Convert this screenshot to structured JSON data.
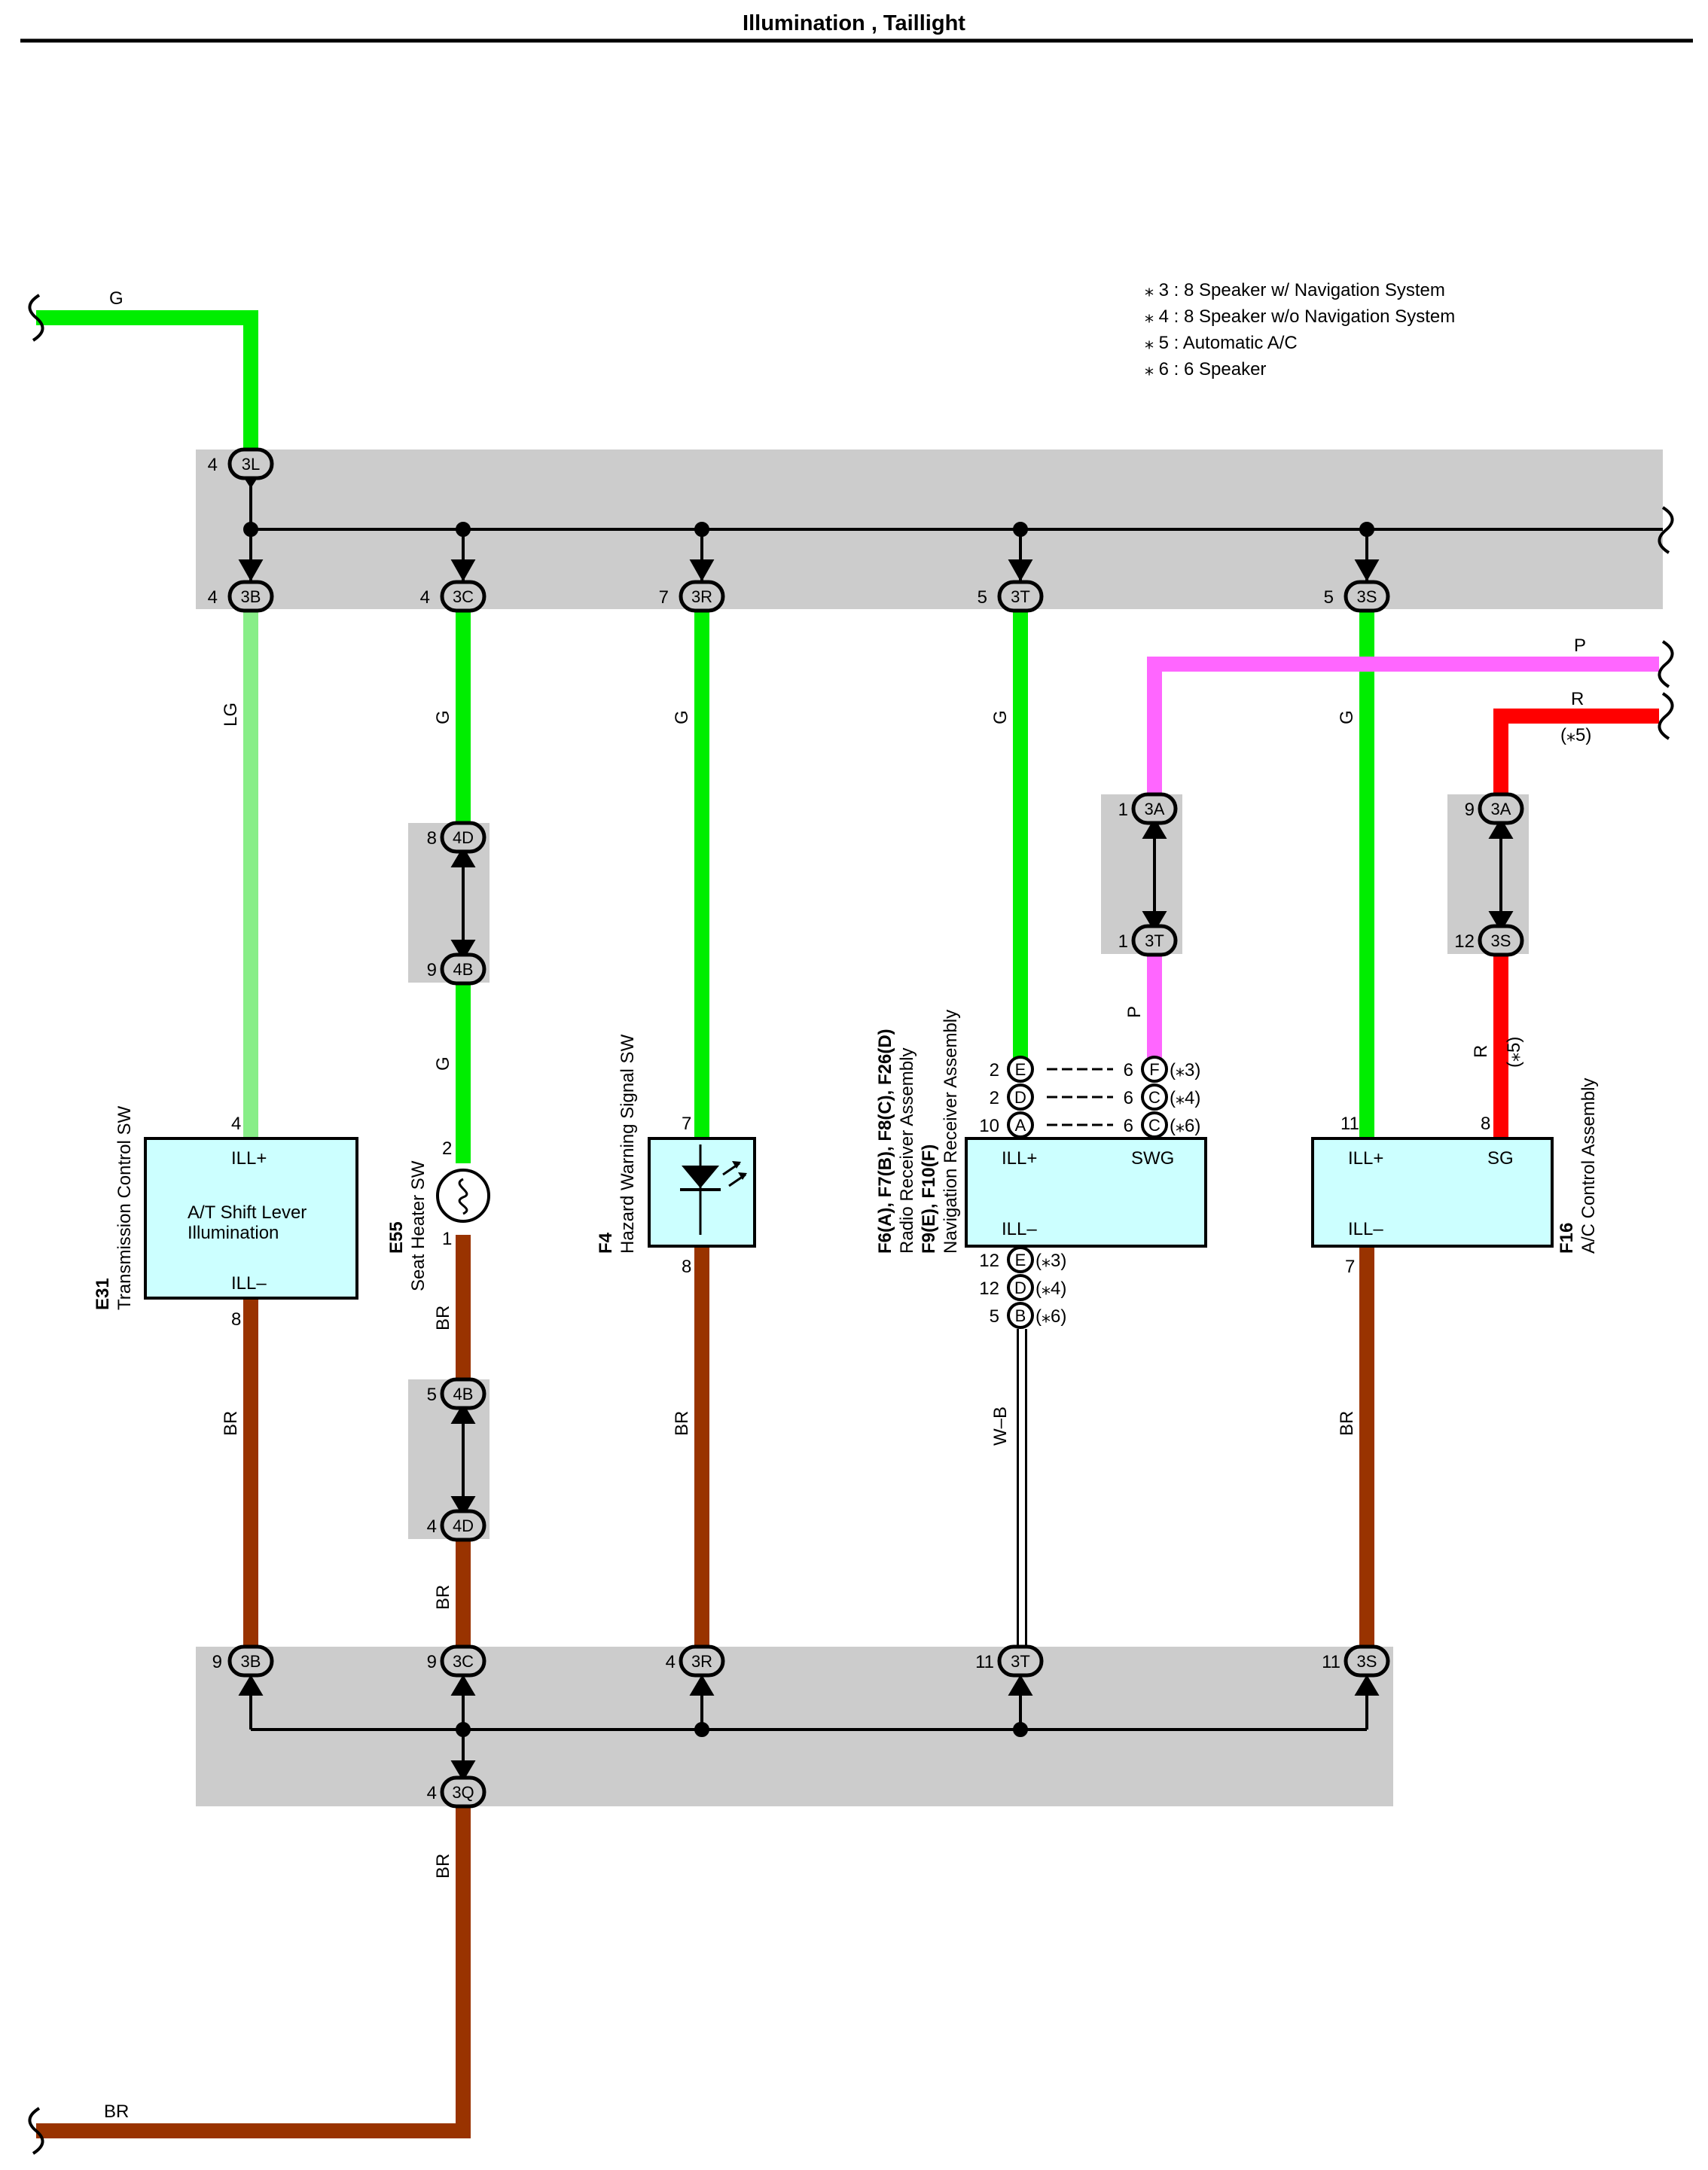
{
  "title": "Illumination , Taillight",
  "colors": {
    "G": "#00ee00",
    "LG": "#88ee88",
    "BR": "#993300",
    "P": "#ff66ff",
    "R": "#ff0000",
    "junction_block": "#cccccc",
    "component_fill": "#ccffff"
  },
  "legend": [
    "⁎ 3 : 8 Speaker w/ Navigation System",
    "⁎ 4 : 8 Speaker w/o Navigation System",
    "⁎ 5 : Automatic A/C",
    "⁎ 6 : 6 Speaker"
  ],
  "wire_labels": {
    "top_g": "G",
    "lg": "LG",
    "g_3c_top": "G",
    "g_3c_mid": "G",
    "g_3r": "G",
    "g_3t": "G",
    "g_3s": "G",
    "p_top": "P",
    "p_mid": "P",
    "r_top": "R",
    "r_top_note": "(⁎5)",
    "r_mid": "R",
    "r_mid_note": "(⁎5)",
    "br_e31": "BR",
    "br_e55_a": "BR",
    "br_e55_b": "BR",
    "br_f4": "BR",
    "wb": "W–B",
    "br_f16": "BR",
    "br_ground_a": "BR",
    "br_ground_b": "BR"
  },
  "junction_connectors": {
    "j3L_top": {
      "pin": "4",
      "code": "3L"
    },
    "j3B_top": {
      "pin": "4",
      "code": "3B"
    },
    "j3C_top": {
      "pin": "4",
      "code": "3C"
    },
    "j3R_top": {
      "pin": "7",
      "code": "3R"
    },
    "j3T_top": {
      "pin": "5",
      "code": "3T"
    },
    "j3S_top": {
      "pin": "5",
      "code": "3S"
    },
    "j4D_a": {
      "pin": "8",
      "code": "4D"
    },
    "j4B_a": {
      "pin": "9",
      "code": "4B"
    },
    "j3A_p": {
      "pin": "1",
      "code": "3A"
    },
    "j3T_p": {
      "pin": "1",
      "code": "3T"
    },
    "j3A_r": {
      "pin": "9",
      "code": "3A"
    },
    "j3S_r": {
      "pin": "12",
      "code": "3S"
    },
    "j4B_b": {
      "pin": "5",
      "code": "4B"
    },
    "j4D_b": {
      "pin": "4",
      "code": "4D"
    },
    "j3B_bot": {
      "pin": "9",
      "code": "3B"
    },
    "j3C_bot": {
      "pin": "9",
      "code": "3C"
    },
    "j3R_bot": {
      "pin": "4",
      "code": "3R"
    },
    "j3T_bot": {
      "pin": "11",
      "code": "3T"
    },
    "j3S_bot": {
      "pin": "11",
      "code": "3S"
    },
    "j3Q": {
      "pin": "4",
      "code": "3Q"
    }
  },
  "components": {
    "e31": {
      "code": "E31",
      "name": "Transmission Control SW",
      "ill_plus": "ILL+",
      "ill_minus": "ILL–",
      "inner1": "A/T Shift Lever",
      "inner2": "Illumination",
      "pin_top": "4",
      "pin_bot": "8"
    },
    "e55": {
      "code": "E55",
      "name": "Seat Heater SW",
      "pin_top": "2",
      "pin_bot": "1"
    },
    "f4": {
      "code": "F4",
      "name": "Hazard Warning Signal SW",
      "pin_top": "7",
      "pin_bot": "8"
    },
    "radio": {
      "codes1": "F6(A), F7(B), F8(C), F26(D)",
      "name1": "Radio Receiver Assembly",
      "codes2": "F9(E), F10(F)",
      "name2": "Navigation Receiver Assembly",
      "ill_plus": "ILL+",
      "swg": "SWG",
      "ill_minus": "ILL–"
    },
    "f16": {
      "code": "F16",
      "name": "A/C Control Assembly",
      "ill_plus": "ILL+",
      "sg": "SG",
      "ill_minus": "ILL–",
      "pin_ill": "11",
      "pin_sg": "8",
      "pin_bot": "7"
    }
  },
  "radio_pins": {
    "left_top": [
      {
        "pin": "2",
        "code": "E"
      },
      {
        "pin": "2",
        "code": "D"
      },
      {
        "pin": "10",
        "code": "A"
      }
    ],
    "right_top": [
      {
        "pin": "6",
        "code": "F",
        "note": "(⁎3)"
      },
      {
        "pin": "6",
        "code": "C",
        "note": "(⁎4)"
      },
      {
        "pin": "6",
        "code": "C",
        "note": "(⁎6)"
      }
    ],
    "bottom": [
      {
        "pin": "12",
        "code": "E",
        "note": "(⁎3)"
      },
      {
        "pin": "12",
        "code": "D",
        "note": "(⁎4)"
      },
      {
        "pin": "5",
        "code": "B",
        "note": "(⁎6)"
      }
    ]
  }
}
